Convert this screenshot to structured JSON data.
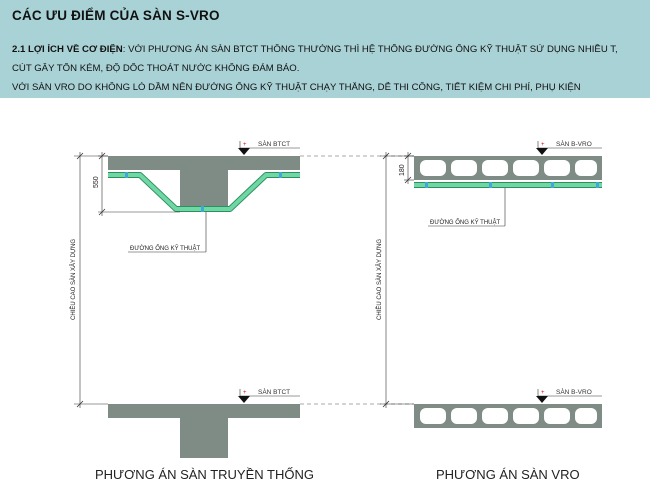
{
  "header": {
    "title": "CÁC ƯU ĐIỂM CỦA SÀN S-VRO",
    "section_label": "2.1 LỢI ÍCH VỀ CƠ ĐIỆN",
    "line1_rest": ": VỚI PHƯƠNG ÁN SÀN BTCT THÔNG THƯỜNG THÌ HỆ THỐNG ĐƯỜNG ỐNG KỸ THUẬT SỬ DỤNG NHIỀU T,",
    "line2": "CÚT GÂY TỐN KÉM, ĐỘ DỐC THOÁT NƯỚC KHÔNG ĐẢM BẢO.",
    "line3": "VỚI SÀN VRO DO KHÔNG LÒ DẦM NÊN ĐƯỜNG ỐNG KỸ THUẬT CHẠY THẲNG, DỄ THI CÔNG, TIẾT KIỆM CHI PHÍ, PHỤ KIỆN"
  },
  "left_drawing": {
    "top_level_tag": "SÀN BTCT",
    "bottom_level_tag": "SÀN BTCT",
    "dimension": "550",
    "pipe_label": "ĐƯỜNG ỐNG KỸ THUẬT",
    "height_label": "CHIỀU CAO SÀN XÂY DỰNG",
    "caption": "PHƯƠNG ÁN SÀN TRUYỀN THỐNG"
  },
  "right_drawing": {
    "top_level_tag": "SÀN B-VRO",
    "bottom_level_tag": "SÀN B-VRO",
    "dimension": "180",
    "pipe_label": "ĐƯỜNG ỐNG KỸ THUẬT",
    "height_label": "CHIỀU CAO SÀN XÂY DỰNG",
    "caption": "PHƯƠNG ÁN SÀN VRO"
  },
  "colors": {
    "header_bg": "#a9d2d6",
    "slab_fill": "#7f8c86",
    "pipe_green": "#6fd7a3",
    "pipe_blue": "#3fa9d6",
    "marker_red": "#d11"
  }
}
